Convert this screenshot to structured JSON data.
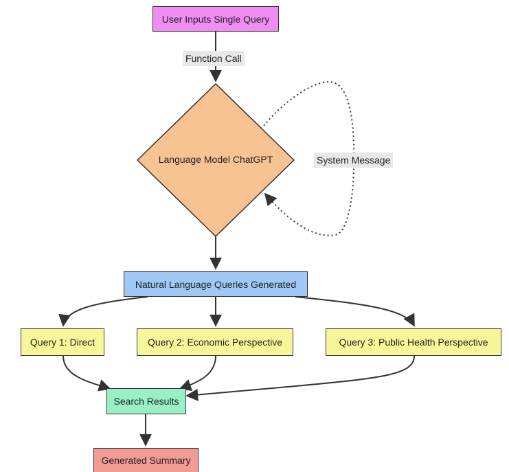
{
  "colors": {
    "user_input": "#f08cf2",
    "language_model": "#f7c393",
    "nl_queries": "#9fc8f5",
    "query": "#f7f79a",
    "search_results": "#99f0c4",
    "summary": "#f29b94",
    "edge": "#333333",
    "edge_label_bg": "#e8e8e8"
  },
  "nodes": {
    "user_input": "User Inputs Single Query",
    "language_model": "Language Model ChatGPT",
    "nl_queries": "Natural Language Queries Generated",
    "query1": "Query 1: Direct",
    "query2": "Query 2: Economic Perspective",
    "query3": "Query 3: Public Health Perspective",
    "search_results": "Search Results",
    "summary": "Generated Summary"
  },
  "edge_labels": {
    "function_call": "Function Call",
    "system_message": "System Message"
  }
}
